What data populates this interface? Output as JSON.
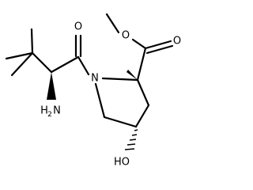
{
  "atoms": {
    "ester_o_methyl": "O",
    "ester_o_carbonyl": "O",
    "amide_o": "O",
    "ring_n": "N",
    "amine_h": "H",
    "amine_n": "N",
    "amine_sub": "2",
    "hydroxyl": "HO"
  }
}
